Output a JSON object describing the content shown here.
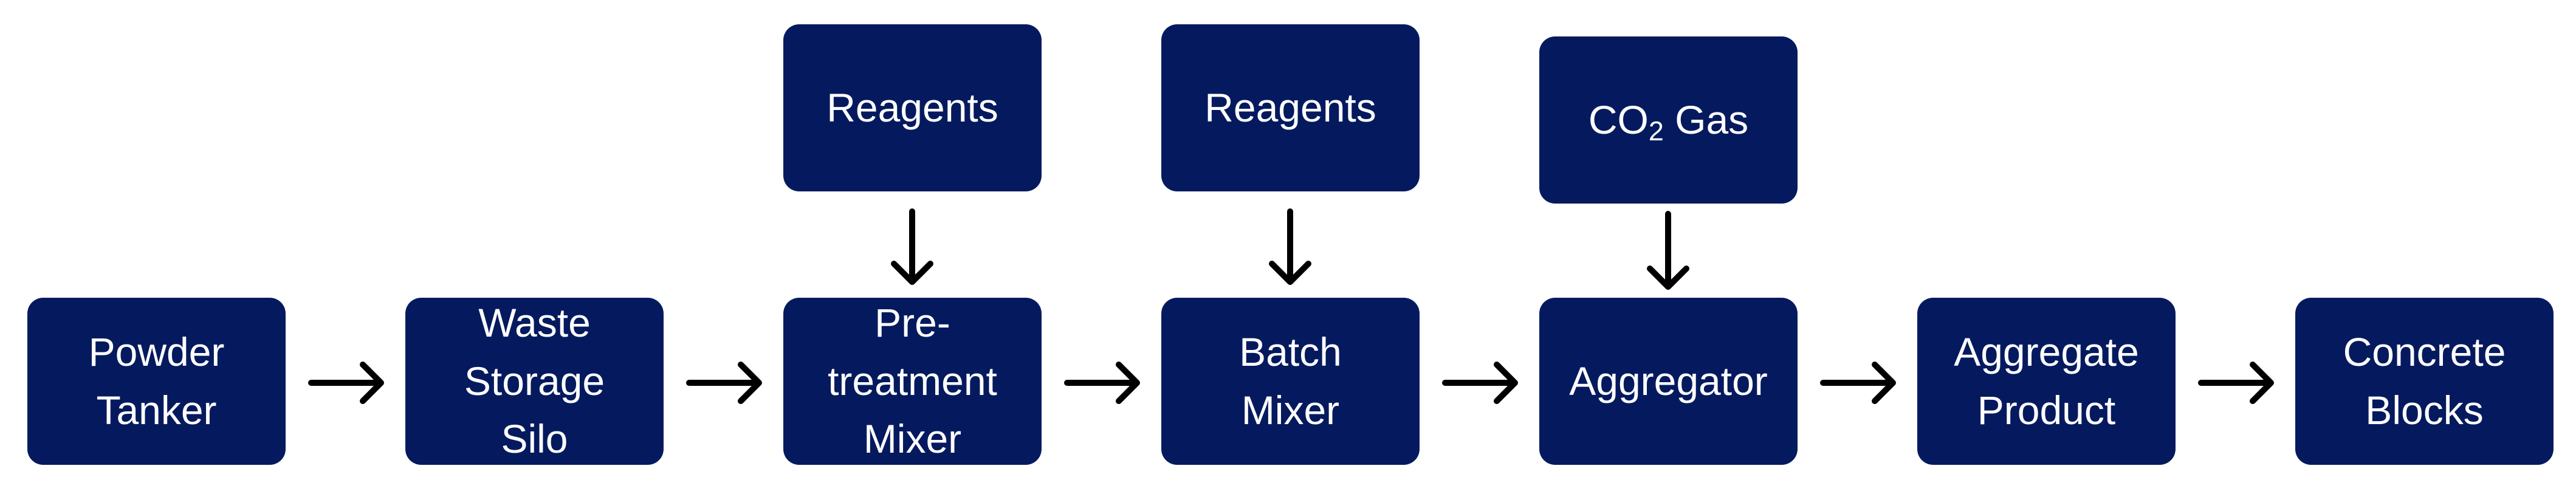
{
  "colors": {
    "box_fill": "#051a5e",
    "box_text": "#ffffff",
    "arrow": "#000000",
    "background": "#ffffff"
  },
  "process_steps": [
    {
      "lines": [
        "Powder",
        "Tanker"
      ]
    },
    {
      "lines": [
        "Waste",
        "Storage",
        "Silo"
      ]
    },
    {
      "lines": [
        "Pre-",
        "treatment",
        "Mixer"
      ]
    },
    {
      "lines": [
        "Batch",
        "Mixer"
      ]
    },
    {
      "lines": [
        "Aggregator"
      ]
    },
    {
      "lines": [
        "Aggregate",
        "Product"
      ]
    },
    {
      "lines": [
        "Concrete",
        "Blocks"
      ]
    }
  ],
  "inputs": [
    {
      "label": "Reagents",
      "feeds": "Pre-treatment Mixer"
    },
    {
      "label": "Reagents",
      "feeds": "Batch Mixer"
    },
    {
      "label_main": "CO",
      "label_sub": "2",
      "label_suffix": " Gas",
      "feeds": "Aggregator"
    }
  ]
}
